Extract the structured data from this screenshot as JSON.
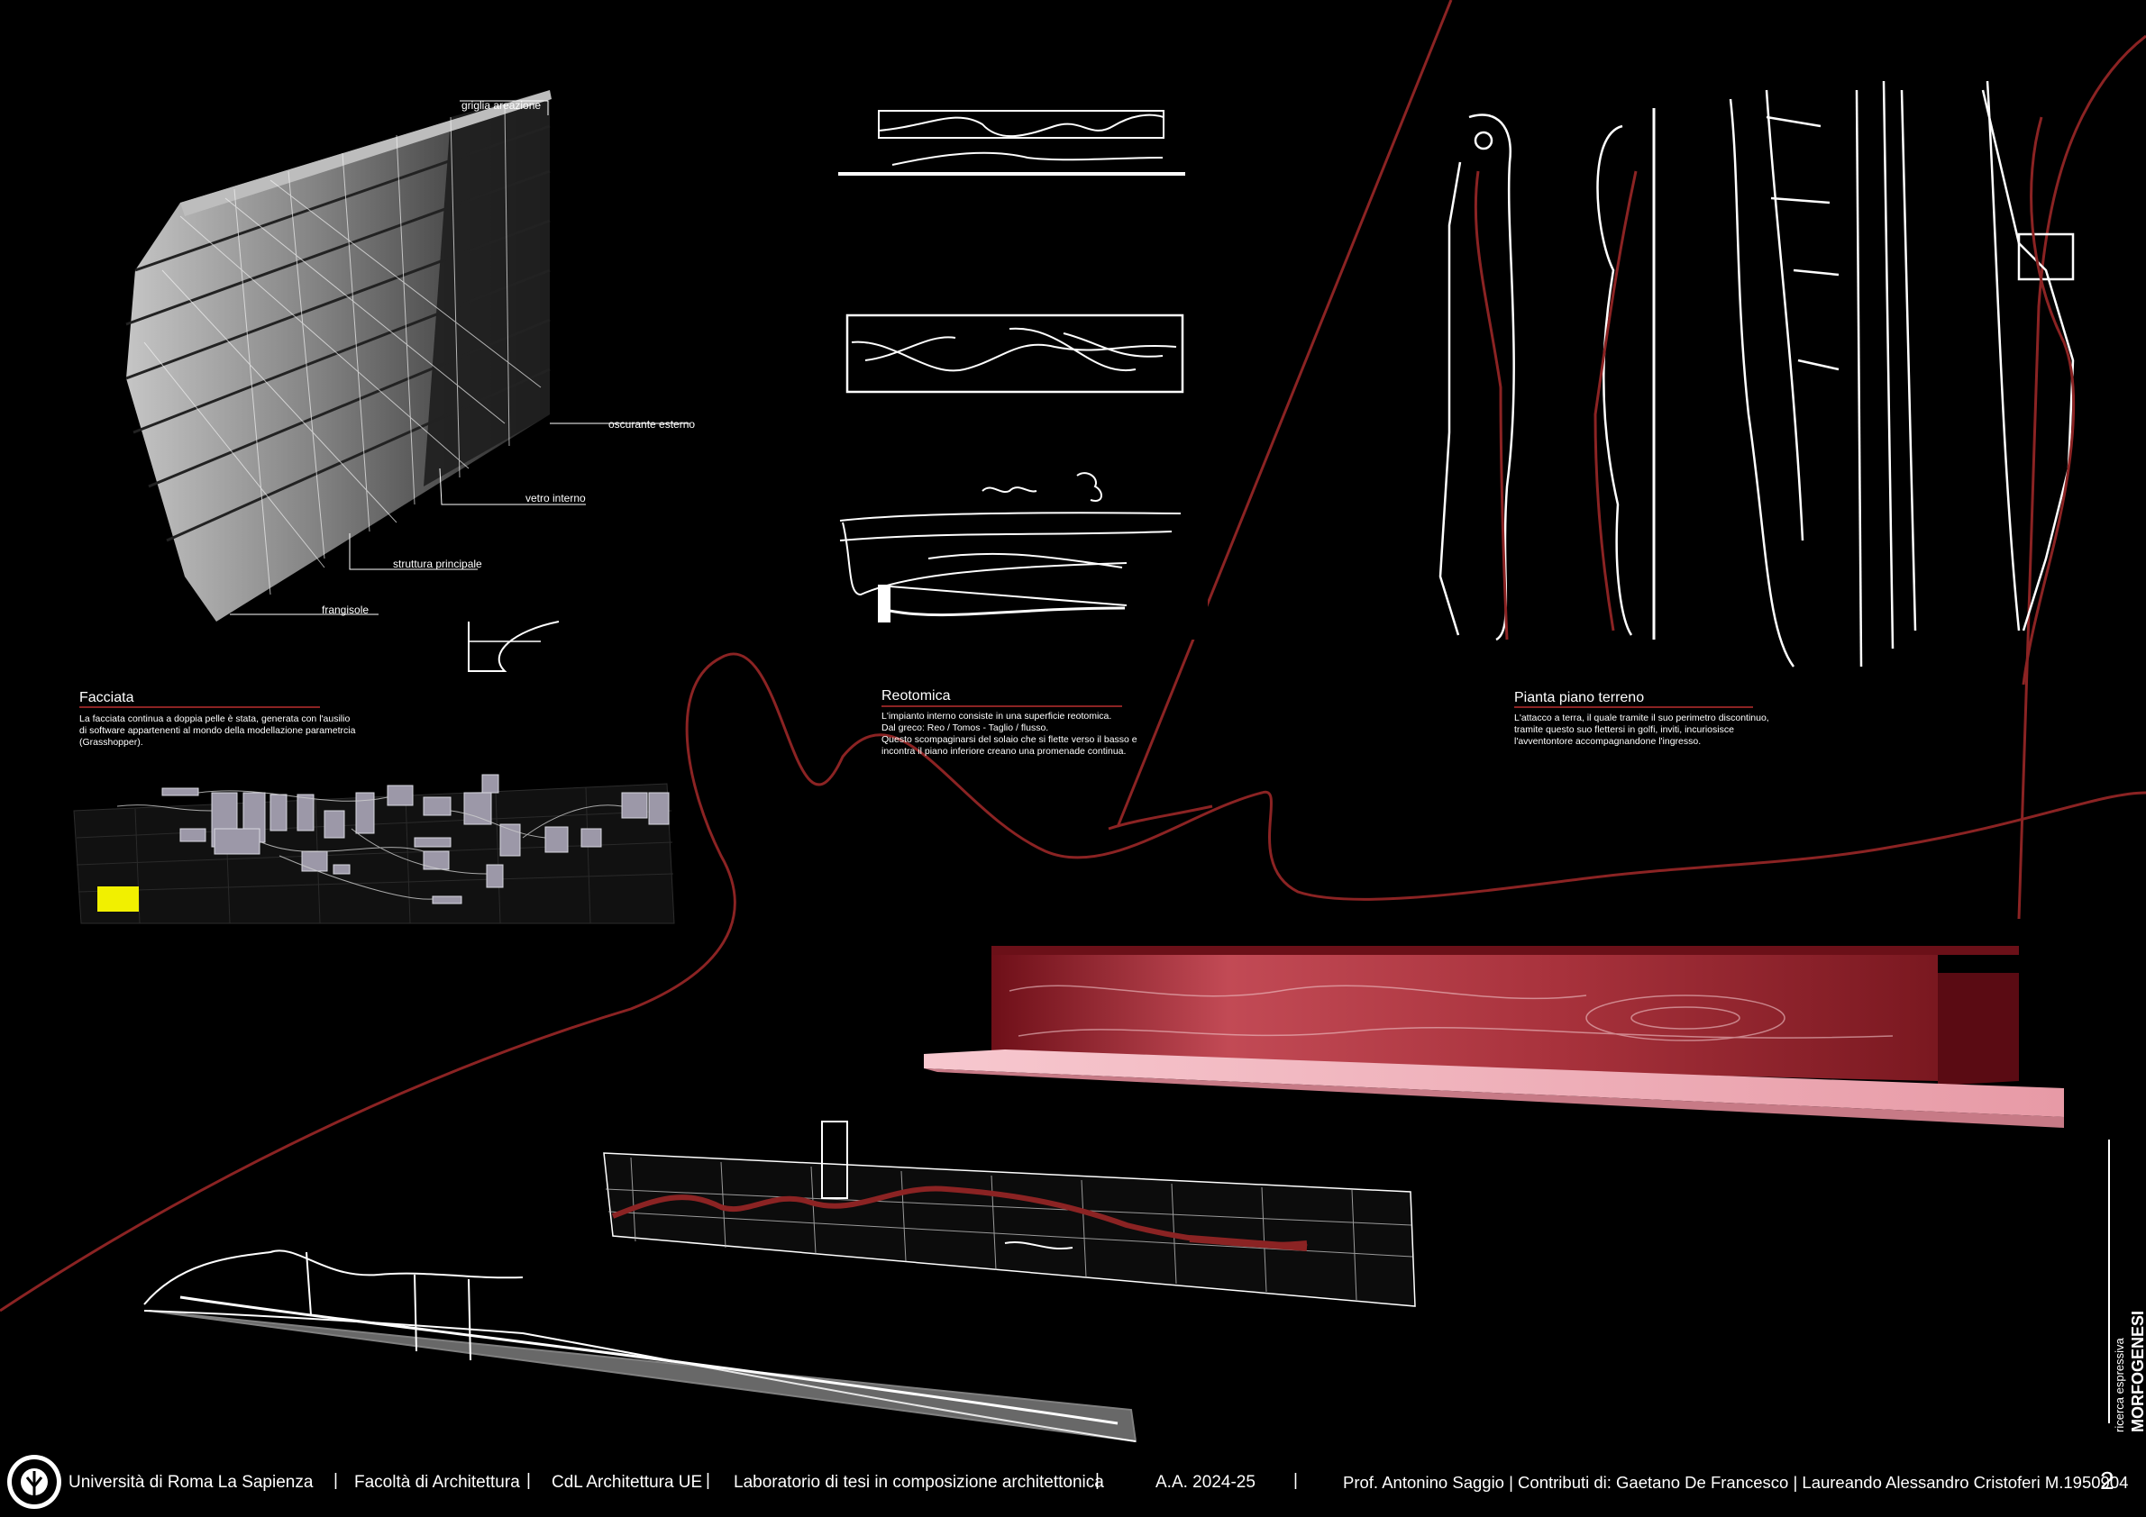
{
  "facade": {
    "labels": {
      "griglia": "griglia areazione",
      "oscurante": "oscurante esterno",
      "vetro": "vetro interno",
      "struttura": "struttura principale",
      "frangisole": "frangisole"
    },
    "title": "Facciata",
    "text": "La facciata continua a doppia pelle è stata, generata con l'ausilio di software appartenenti al mondo della modellazione parametrcia (Grasshopper)."
  },
  "reotomica": {
    "title": "Reotomica",
    "lines": [
      "L'impianto interno consiste in una superficie reotomica.",
      "Dal greco: Reo / Tomos - Taglio / flusso.",
      "Questo scompaginarsi del solaio che si flette verso il basso e",
      "incontra il piano inferiore creano una promenade continua."
    ]
  },
  "pianta": {
    "title": "Pianta piano terreno",
    "lines": [
      "L'attacco a terra, il quale tramite il suo perimetro discontinuo,",
      "tramite questo suo flettersi in golfi, inviti, incuriosisce",
      "l'avventontore accompagnandone l'ingresso."
    ]
  },
  "side": {
    "title": "MORFOGENESI",
    "subtitle": "ricerca  espressiva"
  },
  "footer": {
    "university": "Università di Roma La Sapienza",
    "faculty": "Facoltà di Architettura",
    "course": "CdL Architettura UE",
    "lab": "Laboratorio di tesi in composizione architettonica",
    "year": "A.A. 2024-25",
    "credits": "Prof. Antonino Saggio | Contributi di: Gaetano De Francesco  |  Laureando Alessandro Cristoferi M.1950904",
    "page": "2",
    "separator": "|"
  },
  "colors": {
    "background": "#000000",
    "accent_red": "#8b2323",
    "slab_pink": "#f0b8c0",
    "volume_red": "#9e2630"
  },
  "icons": {
    "logo": "sapienza-seal-icon"
  }
}
